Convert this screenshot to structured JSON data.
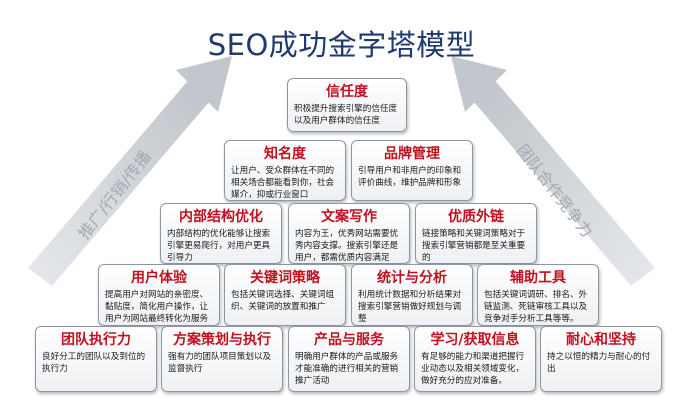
{
  "title": "SEO成功金字塔模型",
  "side_labels": {
    "left": "推广/行销/传播",
    "right": "团队合作竞争力"
  },
  "rows": [
    [
      {
        "title": "信任度",
        "body": "积极提升搜索引擎的信任度以及用户群体的信任度"
      }
    ],
    [
      {
        "title": "知名度",
        "body": "让用户、受众群体在不同的相关场合都能看到你，社会媒介，抑或行业窗口"
      },
      {
        "title": "品牌管理",
        "body": "引导用户和非用户的印象和评价曲线，维护品牌和形象"
      }
    ],
    [
      {
        "title": "内部结构优化",
        "body": "内部结构的优化能够让搜索引擎更易爬行，对用户更具引导力"
      },
      {
        "title": "文案写作",
        "body": "内容为王，优秀网站需要优秀内容支撑。搜索引擎还是用户，都需优质内容满足"
      },
      {
        "title": "优质外链",
        "body": "链接策略和关键词策略对于搜索引擎营销都是至关重要的"
      }
    ],
    [
      {
        "title": "用户体验",
        "body": "提高用户对网站的亲密度、黏贴度，简化用户操作，让用户为网站最终转化为服务"
      },
      {
        "title": "关键词策略",
        "body": "包括关键词选择、关键词组织、关键词的放置和推广"
      },
      {
        "title": "统计与分析",
        "body": "利用统计数据和分析结果对搜索引擎营销做好规划与调整"
      },
      {
        "title": "辅助工具",
        "body": "包括关键词调研、排名、外链监测、死链审核工具以及竞争对手分析工具等等。"
      }
    ],
    [
      {
        "title": "团队执行力",
        "body": "良好分工的团队以及到位的执行力"
      },
      {
        "title": "方案策划与执行",
        "body": "强有力的团队项目策划以及监督执行"
      },
      {
        "title": "产品与服务",
        "body": "明确用户群体的产品或服务才能准确的进行相关的营销推广活动"
      },
      {
        "title": "学习/获取信息",
        "body": "有足够的能力和渠道把握行业动态以及相关领域变化，做好充分的应对准备。"
      },
      {
        "title": "耐心和坚持",
        "body": "持之以恒的精力与耐心的付出"
      }
    ]
  ]
}
